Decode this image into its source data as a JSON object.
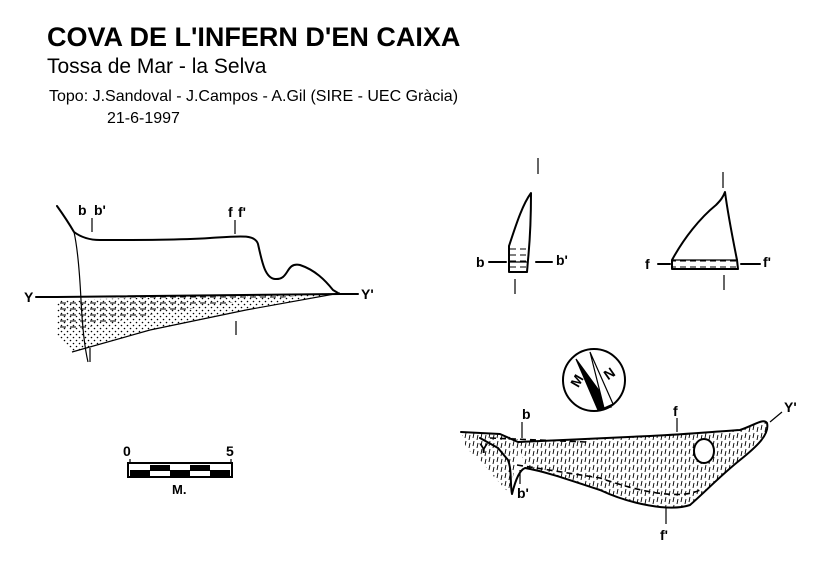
{
  "header": {
    "title": "COVA DE L'INFERN D'EN CAIXA",
    "location": "Tossa de Mar - la Selva",
    "credits": "Topo: J.Sandoval - J.Campos - A.Gil  (SIRE - UEC Gràcia)",
    "date": "21-6-1997"
  },
  "profile": {
    "section_b": "b",
    "section_b_prime": "b'",
    "section_f": "f",
    "section_f_prime": "f'",
    "axis_y": "Y",
    "axis_y_prime": "Y'"
  },
  "section_bb": {
    "left": "b",
    "right": "b'"
  },
  "section_ff": {
    "left": "f",
    "right": "f'"
  },
  "compass": {
    "north": "N",
    "magnetic": "M"
  },
  "scale": {
    "min": "0",
    "max": "5",
    "unit": "M."
  },
  "plan": {
    "b": "b",
    "b_prime": "b'",
    "f": "f",
    "f_prime": "f'",
    "y": "Y",
    "y_prime": "Y'"
  },
  "colors": {
    "ink": "#000000",
    "paper": "#ffffff"
  }
}
